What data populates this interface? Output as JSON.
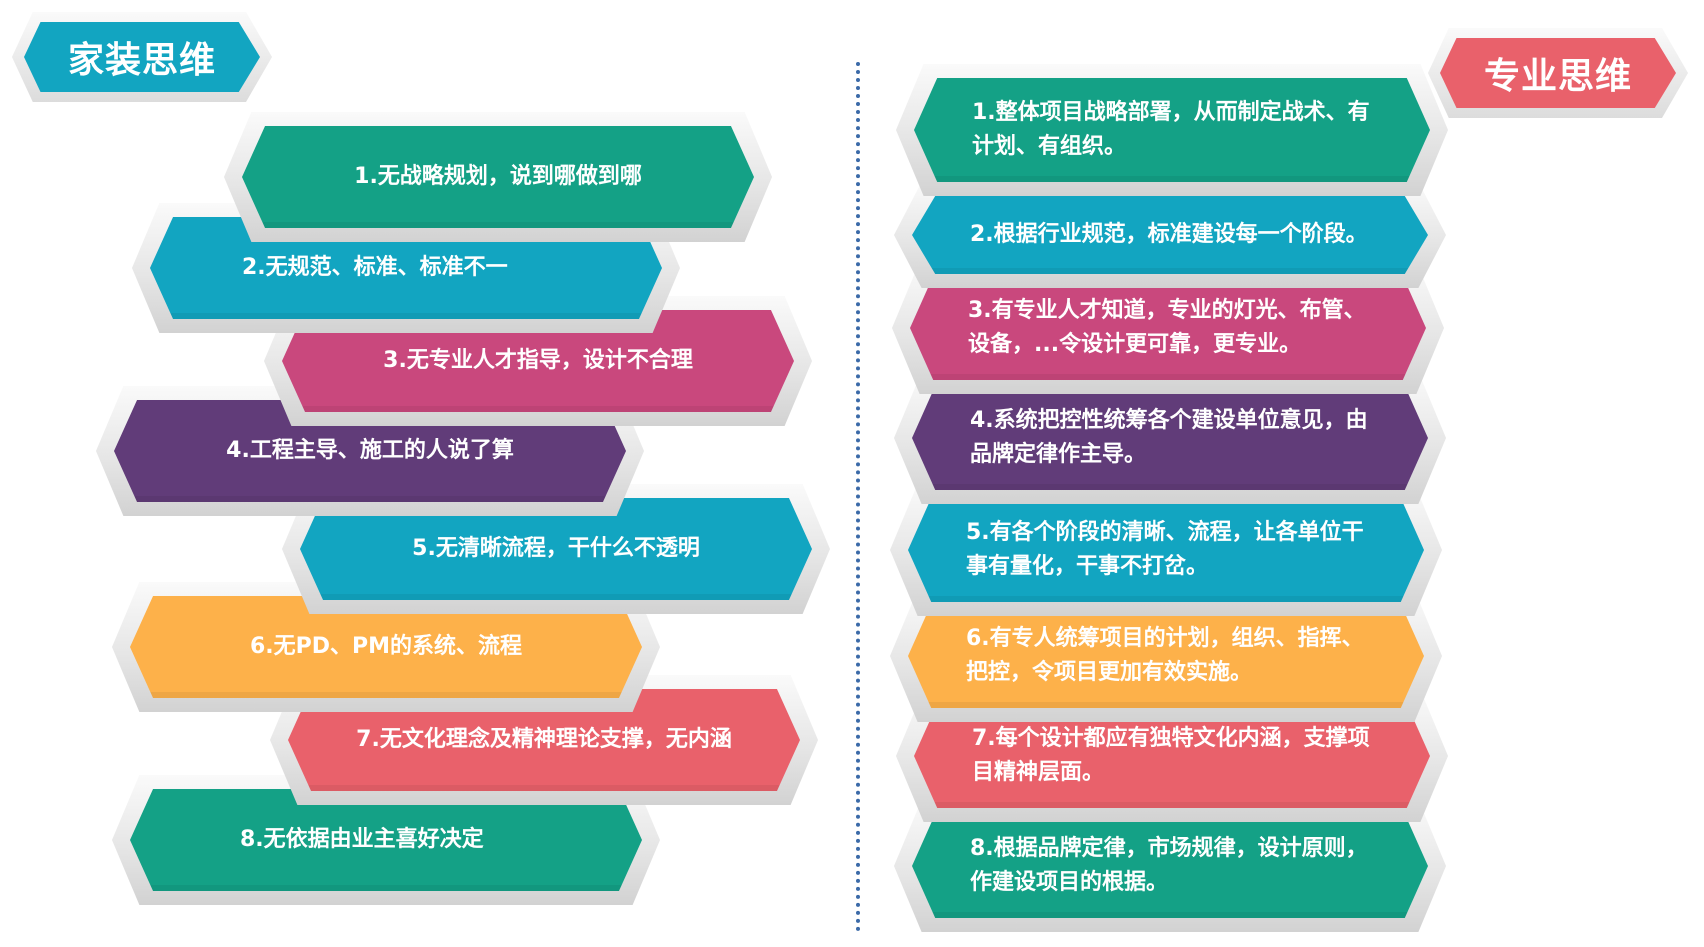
{
  "left": {
    "title": "家装思维",
    "title_color": "#12a5c1",
    "items": [
      {
        "text": "1.无战略规划，说到哪做到哪",
        "color": "teal"
      },
      {
        "text": "2.无规范、标准、标准不一",
        "color": "cyan"
      },
      {
        "text": "3.无专业人才指导，设计不合理",
        "color": "rose"
      },
      {
        "text": "4.工程主导、施工的人说了算",
        "color": "purple"
      },
      {
        "text": "5.无清晰流程，干什么不透明",
        "color": "cyan"
      },
      {
        "text": "6.无PD、PM的系统、流程",
        "color": "yellow"
      },
      {
        "text": "7.无文化理念及精神理论支撑，无内涵",
        "color": "salmon"
      },
      {
        "text": "8.无依据由业主喜好决定",
        "color": "teal"
      }
    ]
  },
  "right": {
    "title": "专业思维",
    "title_color": "#e9616b",
    "items": [
      {
        "text": "1.整体项目战略部署，从而制定战术、有计划、有组织。",
        "color": "teal"
      },
      {
        "text": "2.根据行业规范，标准建设每一个阶段。",
        "color": "cyan"
      },
      {
        "text": "3.有专业人才知道，专业的灯光、布管、设备，...令设计更可靠，更专业。",
        "color": "rose"
      },
      {
        "text": "4.系统把控性统筹各个建设单位意见，由品牌定律作主导。",
        "color": "purple"
      },
      {
        "text": "5.有各个阶段的清晰、流程，让各单位干事有量化，干事不打岔。",
        "color": "cyan"
      },
      {
        "text": "6.有专人统筹项目的计划，组织、指挥、把控，令项目更加有效实施。",
        "color": "yellow"
      },
      {
        "text": "7.每个设计都应有独特文化内涵，支撑项目精神层面。",
        "color": "salmon"
      },
      {
        "text": "8.根据品牌定律，市场规律，设计原则，作建设项目的根据。",
        "color": "teal"
      }
    ]
  },
  "colors": {
    "teal": "#14a186",
    "cyan": "#12a5c1",
    "rose": "#c9487d",
    "purple": "#613c79",
    "yellow": "#fdb14a",
    "salmon": "#e9616b",
    "divider": "#3b6aa8"
  }
}
